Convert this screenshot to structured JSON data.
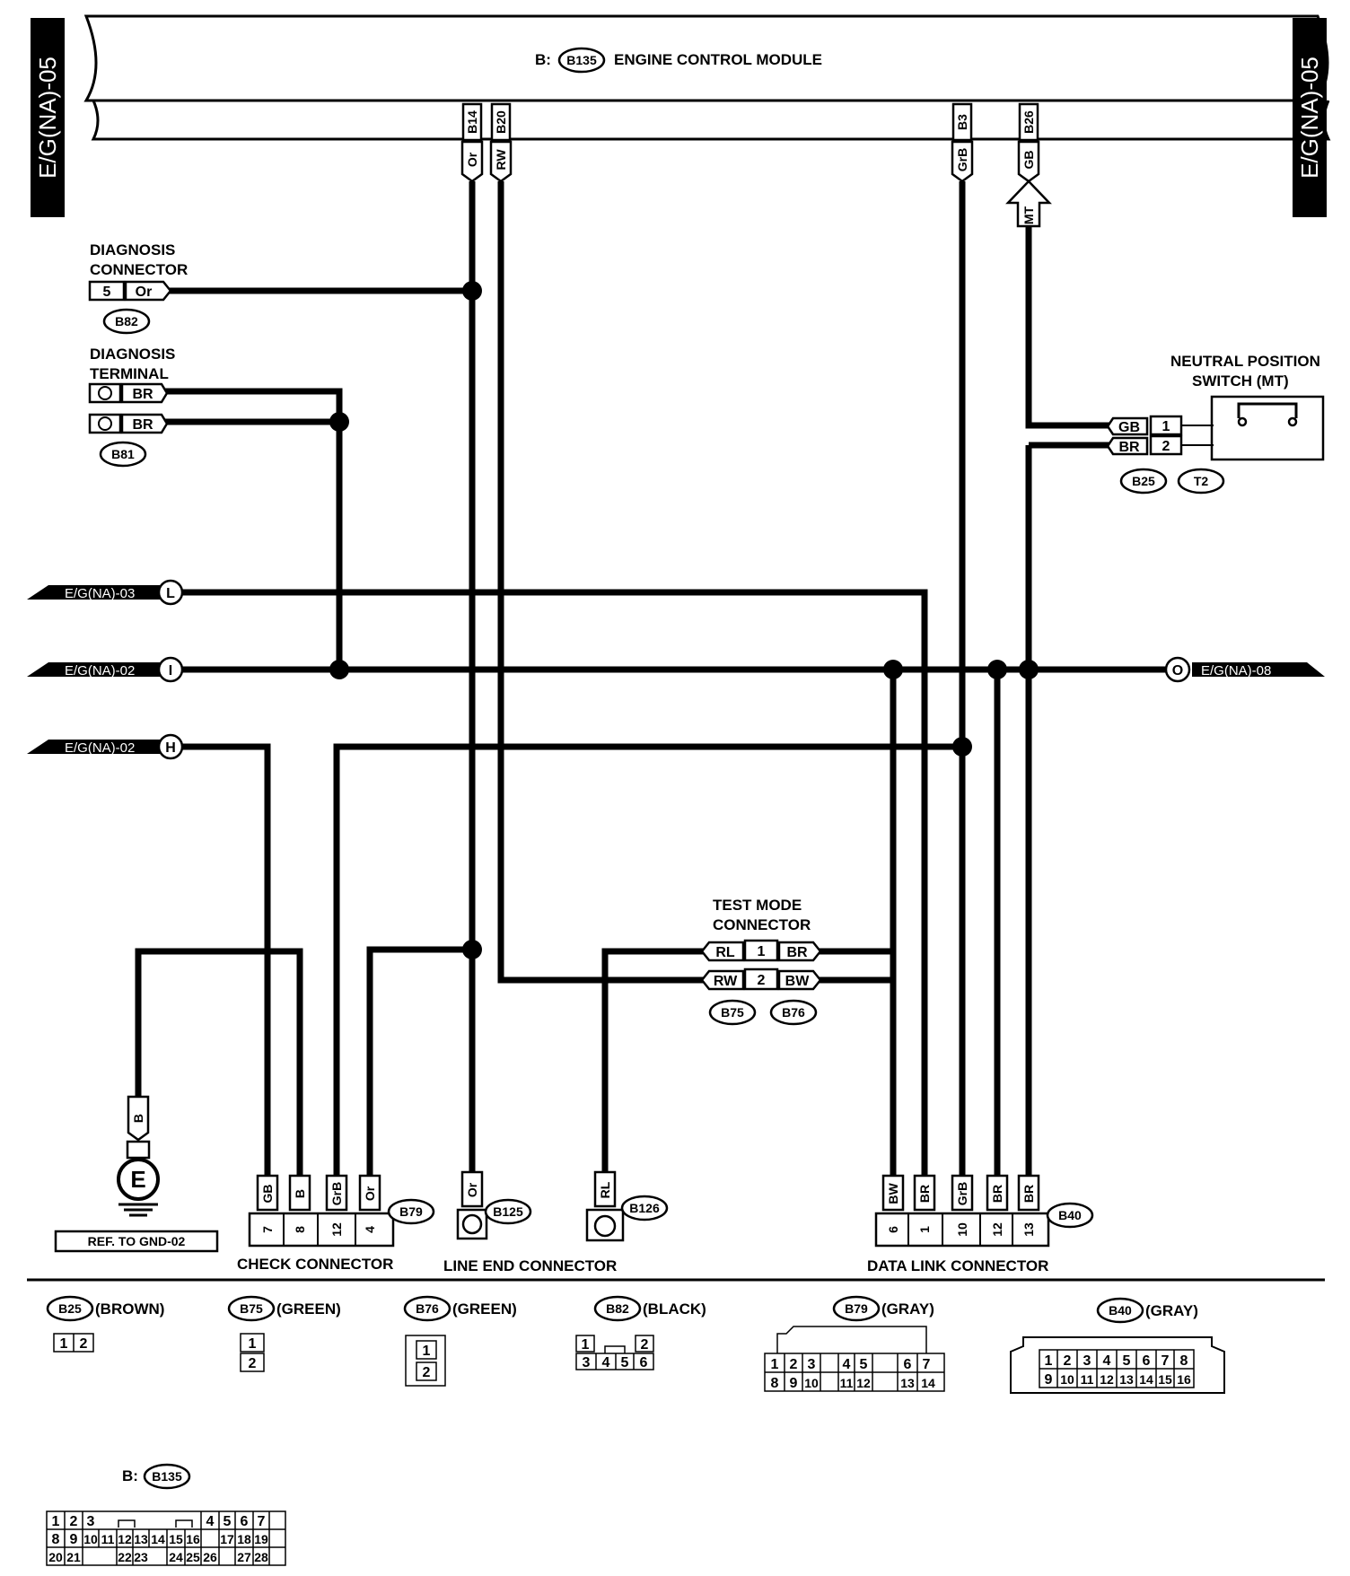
{
  "module": {
    "prefix": "B:",
    "id": "B135",
    "title": "ENGINE CONTROL MODULE",
    "terminals": [
      {
        "pin": "B14",
        "wire": "Or"
      },
      {
        "pin": "B20",
        "wire": "RW"
      },
      {
        "pin": "B3",
        "wire": "GrB"
      },
      {
        "pin": "B26",
        "wire": "GB"
      }
    ],
    "mt_label": "MT"
  },
  "side_tags": {
    "left": "E/G(NA)-05",
    "right": "E/G(NA)-05"
  },
  "diag_connector": {
    "title1": "DIAGNOSIS",
    "title2": "CONNECTOR",
    "pin": "5",
    "wire": "Or",
    "id": "B82"
  },
  "diag_terminal": {
    "title1": "DIAGNOSIS",
    "title2": "TERMINAL",
    "wire1": "BR",
    "wire2": "BR",
    "id": "B81"
  },
  "neutral_switch": {
    "title1": "NEUTRAL POSITION",
    "title2": "SWITCH (MT)",
    "pins": [
      {
        "pin": "1",
        "wire": "GB"
      },
      {
        "pin": "2",
        "wire": "BR"
      }
    ],
    "id1": "B25",
    "id2": "T2"
  },
  "refs": {
    "L": {
      "text": "E/G(NA)-03",
      "letter": "L"
    },
    "I": {
      "text": "E/G(NA)-02",
      "letter": "I"
    },
    "H": {
      "text": "E/G(NA)-02",
      "letter": "H"
    },
    "O": {
      "text": "E/G(NA)-08",
      "letter": "O"
    }
  },
  "ground": {
    "wire": "B",
    "letter": "E",
    "ref": "REF. TO GND-02"
  },
  "test_mode": {
    "title1": "TEST MODE",
    "title2": "CONNECTOR",
    "rows": [
      {
        "left": "RL",
        "pin": "1",
        "right": "BR"
      },
      {
        "left": "RW",
        "pin": "2",
        "right": "BW"
      }
    ],
    "id1": "B75",
    "id2": "B76"
  },
  "check_connector": {
    "wires": [
      "GB",
      "B",
      "GrB",
      "Or"
    ],
    "pins": [
      "7",
      "8",
      "12",
      "4"
    ],
    "id": "B79",
    "title": "CHECK CONNECTOR"
  },
  "line_end": {
    "wire": "Or",
    "id": "B125",
    "title": "LINE END CONNECTOR"
  },
  "b126": {
    "wire": "RL",
    "id": "B126"
  },
  "data_link": {
    "wires": [
      "BW",
      "BR",
      "GrB",
      "BR",
      "BR"
    ],
    "pins": [
      "6",
      "1",
      "10",
      "12",
      "13"
    ],
    "id": "B40",
    "title": "DATA LINK CONNECTOR"
  },
  "legend": {
    "b25": {
      "id": "B25",
      "color": "(BROWN)",
      "pins": [
        "1",
        "2"
      ]
    },
    "b75": {
      "id": "B75",
      "color": "(GREEN)",
      "pins": [
        "1",
        "2"
      ]
    },
    "b76": {
      "id": "B76",
      "color": "(GREEN)",
      "pins": [
        "1",
        "2"
      ]
    },
    "b82": {
      "id": "B82",
      "color": "(BLACK)",
      "row1": [
        "1",
        "2"
      ],
      "row2": [
        "3",
        "4",
        "5",
        "6"
      ]
    },
    "b79": {
      "id": "B79",
      "color": "(GRAY)",
      "row1": [
        "1",
        "2",
        "3",
        "4",
        "5",
        "6",
        "7"
      ],
      "row2": [
        "8",
        "9",
        "10",
        "11",
        "12",
        "13",
        "14"
      ]
    },
    "b40": {
      "id": "B40",
      "color": "(GRAY)",
      "row1": [
        "1",
        "2",
        "3",
        "4",
        "5",
        "6",
        "7",
        "8"
      ],
      "row2": [
        "9",
        "10",
        "11",
        "12",
        "13",
        "14",
        "15",
        "16"
      ]
    },
    "b135": {
      "prefix": "B:",
      "id": "B135",
      "row1": [
        "1",
        "2",
        "3",
        "4",
        "5",
        "6",
        "7"
      ],
      "row2": [
        "8",
        "9",
        "10",
        "11",
        "12",
        "13",
        "14",
        "15",
        "16",
        "17",
        "18",
        "19"
      ],
      "row3": [
        "20",
        "21",
        "22",
        "23",
        "24",
        "25",
        "26",
        "27",
        "28"
      ]
    }
  }
}
